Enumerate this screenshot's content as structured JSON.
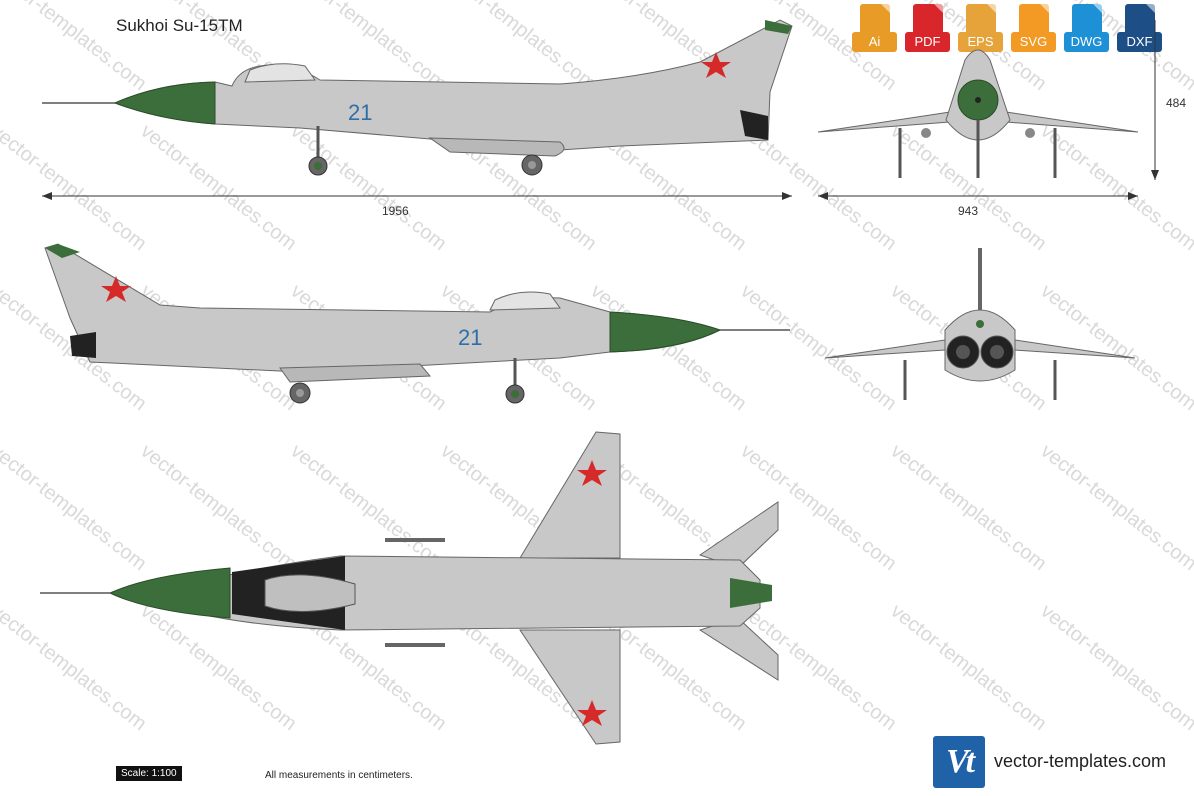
{
  "title": "Sukhoi Su-15TM",
  "watermark_text": "vector-templates.com",
  "formats": [
    {
      "label": "Ai",
      "color": "#e89b26"
    },
    {
      "label": "PDF",
      "color": "#d9262b"
    },
    {
      "label": "EPS",
      "color": "#e6a33a"
    },
    {
      "label": "SVG",
      "color": "#f29a24"
    },
    {
      "label": "DWG",
      "color": "#1e90d6"
    },
    {
      "label": "DXF",
      "color": "#1d4f86"
    }
  ],
  "dimensions": {
    "length": "1956",
    "span": "943",
    "height": "484"
  },
  "aircraft": {
    "tail_number": "21",
    "camo_green": "#3b6e3a",
    "body_grey": "#c8c8c8",
    "star_red": "#d62a2a"
  },
  "footer": {
    "scale": "Scale: 1:100",
    "note": "All measurements in centimeters.",
    "site": "vector-templates.com",
    "logo": "Vt"
  }
}
